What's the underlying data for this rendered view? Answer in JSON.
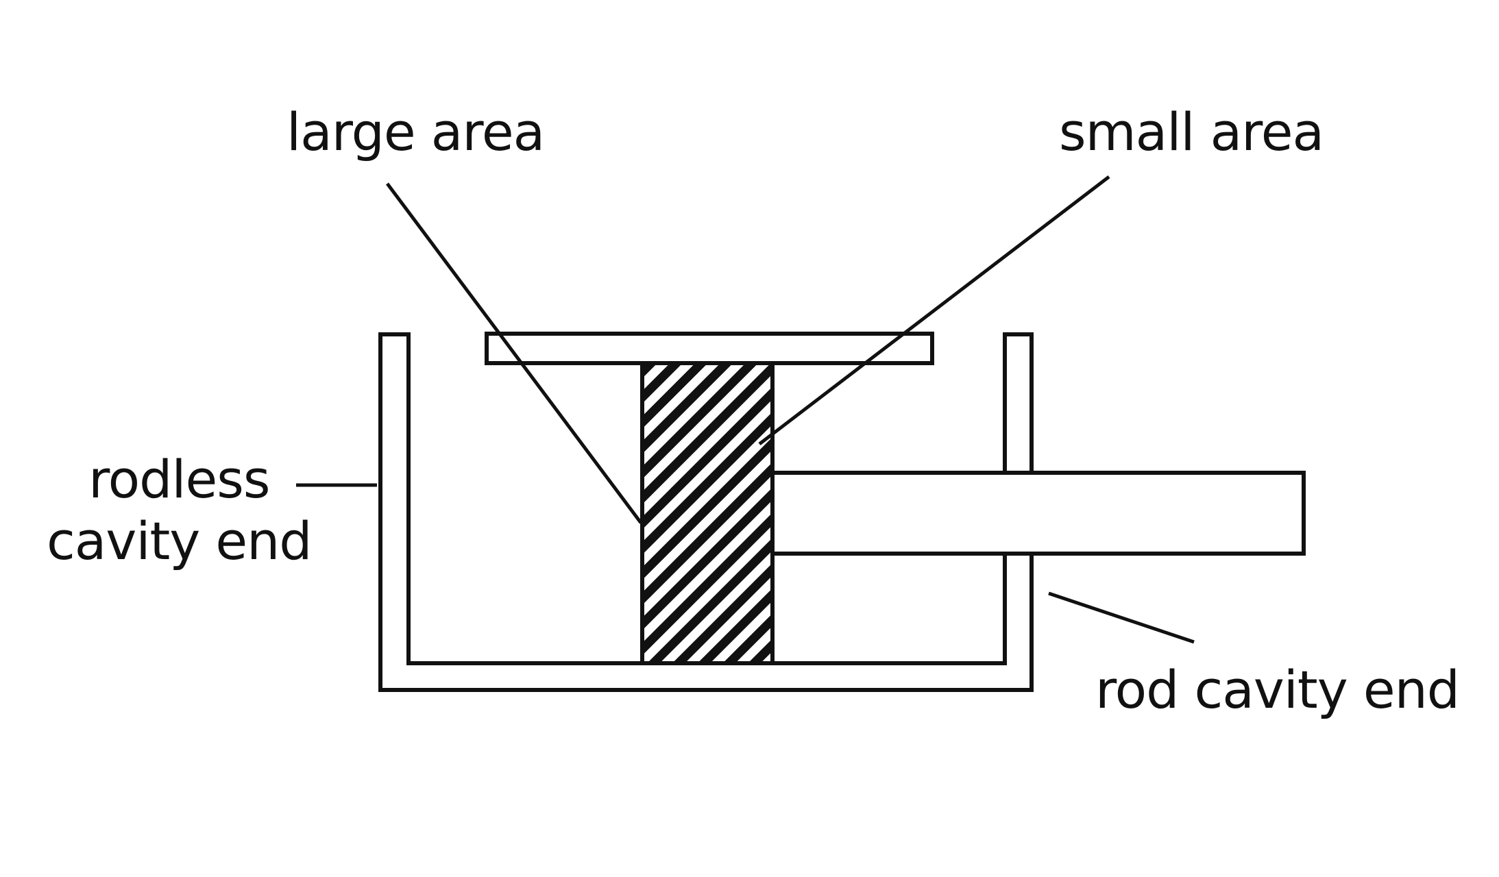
{
  "labels": {
    "large_area": "large area",
    "small_area": "small area",
    "rodless_cavity_end_line1": "rodless",
    "rodless_cavity_end_line2": "cavity end",
    "rod_cavity_end": "rod cavity end"
  },
  "colors": {
    "stroke": "#111111",
    "background": "#ffffff"
  }
}
